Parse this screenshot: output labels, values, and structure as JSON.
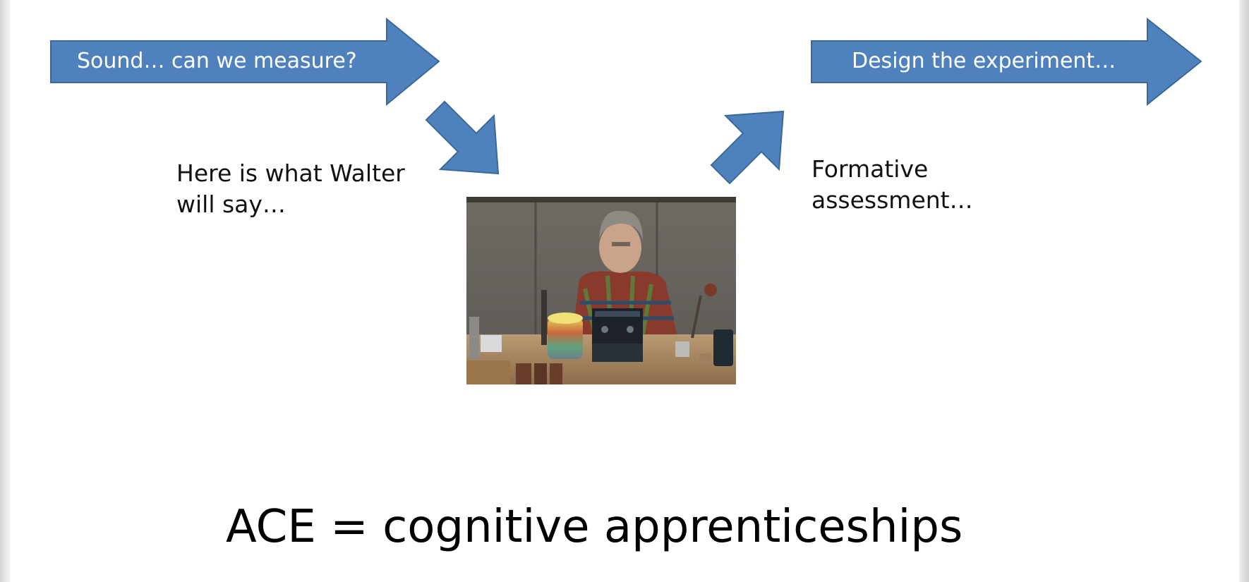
{
  "slide": {
    "arrow_left_label": "Sound… can we measure?",
    "arrow_right_label": "Design the experiment…",
    "left_note": "Here is what Walter\nwill say…",
    "right_note": "Formative\nassessment…",
    "title": "ACE = cognitive apprenticeships",
    "photo_alt": "Instructor at a lecture bench with sound experiment equipment"
  },
  "colors": {
    "arrow_fill": "#4f81bd",
    "arrow_stroke": "#3a6898",
    "background": "#ffffff"
  },
  "icons": {
    "down_right_arrow": "down-right-arrow-icon",
    "up_right_arrow": "up-right-arrow-icon"
  }
}
